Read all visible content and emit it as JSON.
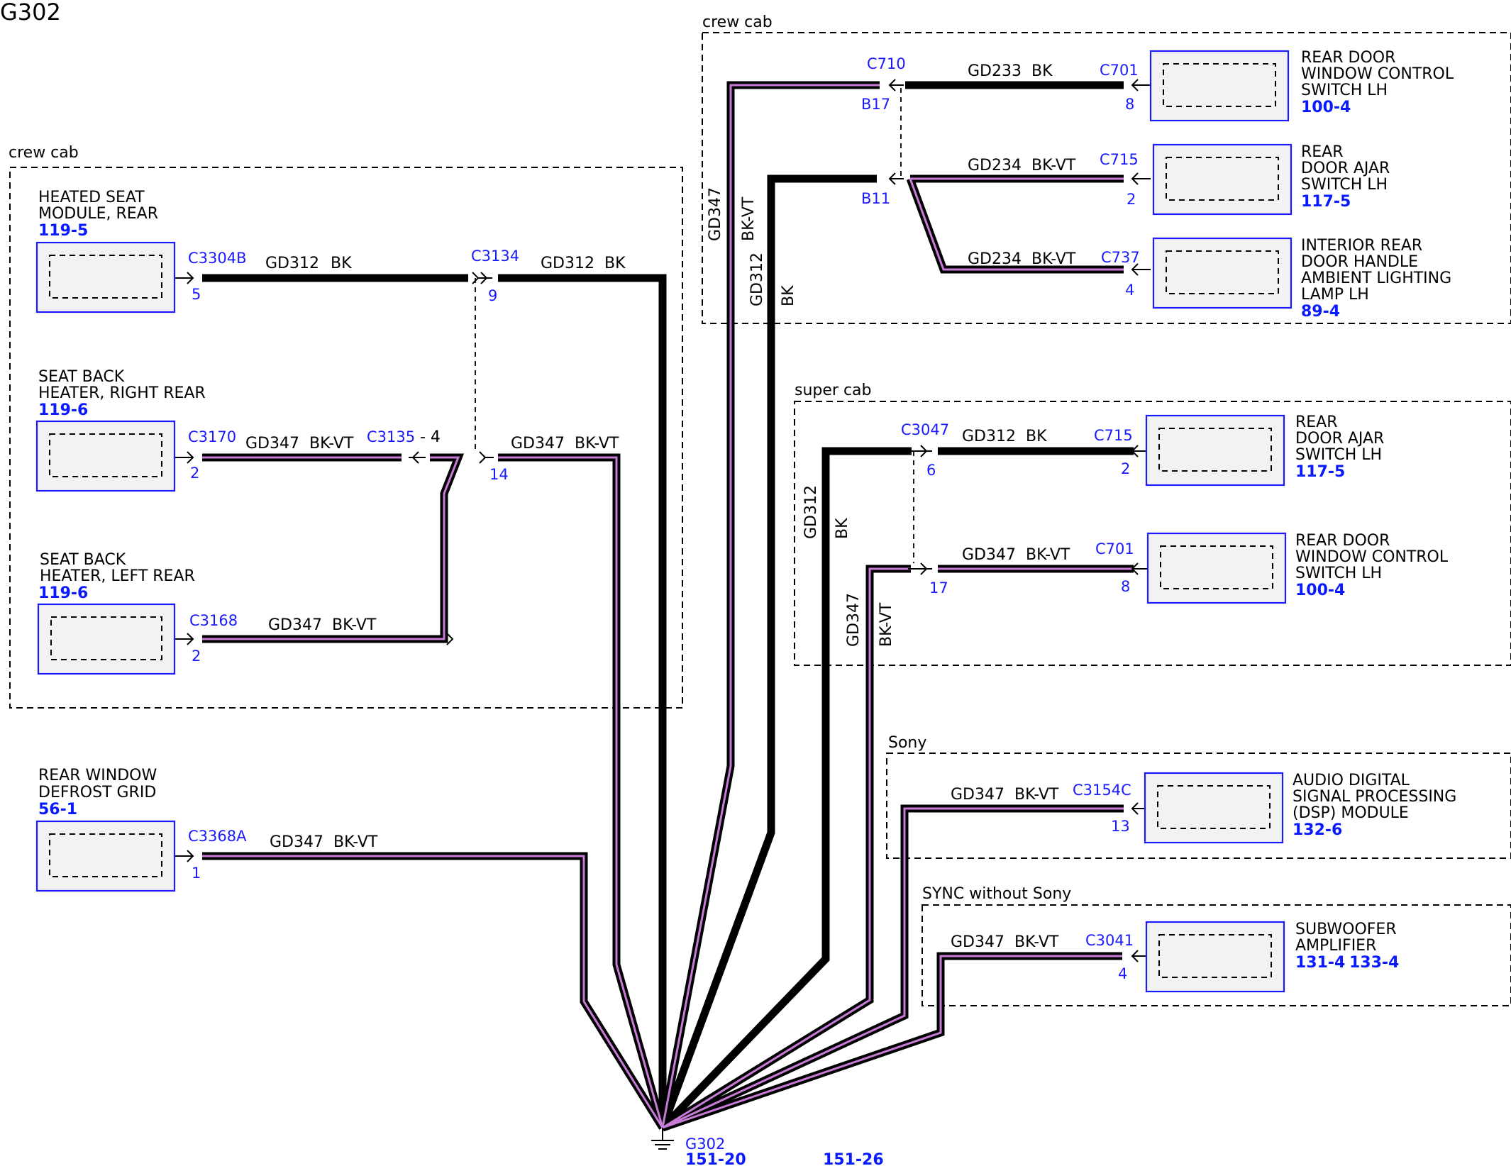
{
  "title": "G302",
  "regions": {
    "crew_cab_left": "crew cab",
    "crew_cab_top": "crew cab",
    "super_cab": "super cab",
    "sony": "Sony",
    "sync": "SYNC without Sony"
  },
  "components": {
    "heated_seat": {
      "line1": "HEATED SEAT",
      "line2": "MODULE, REAR",
      "ref": "119-5"
    },
    "seat_back_rr": {
      "line1": "SEAT BACK",
      "line2": "HEATER, RIGHT REAR",
      "ref": "119-6"
    },
    "seat_back_lr": {
      "line1": "SEAT BACK",
      "line2": "HEATER, LEFT REAR",
      "ref": "119-6"
    },
    "defrost": {
      "line1": "REAR WINDOW",
      "line2": "DEFROST GRID",
      "ref": "56-1"
    },
    "rdwcs_crew": {
      "line1": "REAR DOOR",
      "line2": "WINDOW CONTROL",
      "line3": "SWITCH LH",
      "ref": "100-4"
    },
    "rdas_crew": {
      "line1": "REAR",
      "line2": "DOOR AJAR",
      "line3": "SWITCH LH",
      "ref": "117-5"
    },
    "interior_lamp": {
      "line1": "INTERIOR REAR",
      "line2": "DOOR HANDLE",
      "line3": "AMBIENT LIGHTING",
      "line4": "LAMP LH",
      "ref": "89-4"
    },
    "rdas_super": {
      "line1": "REAR",
      "line2": "DOOR AJAR",
      "line3": "SWITCH LH",
      "ref": "117-5"
    },
    "rdwcs_super": {
      "line1": "REAR DOOR",
      "line2": "WINDOW CONTROL",
      "line3": "SWITCH LH",
      "ref": "100-4"
    },
    "dsp": {
      "line1": "AUDIO DIGITAL",
      "line2": "SIGNAL PROCESSING",
      "line3": "(DSP) MODULE",
      "ref": "132-6"
    },
    "subwoofer": {
      "line1": "SUBWOOFER",
      "line2": "AMPLIFIER",
      "ref1": "131-4",
      "ref2": "133-4"
    }
  },
  "connectors": {
    "c3304b": "C3304B",
    "c3134": "C3134",
    "c3170": "C3170",
    "c3135": "C3135",
    "c3135_pin": "- 4",
    "c3168": "C3168",
    "c3368a": "C3368A",
    "c710": "C710",
    "c701_crew": "C701",
    "c715_crew": "C715",
    "c737": "C737",
    "c3047": "C3047",
    "c715_super": "C715",
    "c701_super": "C701",
    "c3154c": "C3154C",
    "c3041": "C3041"
  },
  "pins": {
    "p5": "5",
    "p9": "9",
    "p2a": "2",
    "p14": "14",
    "p2b": "2",
    "p1": "1",
    "b17": "B17",
    "p8a": "8",
    "b11": "B11",
    "p2c": "2",
    "p4a": "4",
    "p6": "6",
    "p2d": "2",
    "p17": "17",
    "p8b": "8",
    "p13": "13",
    "p4b": "4"
  },
  "wires": {
    "gd312": "GD312",
    "gd347": "GD347",
    "gd233": "GD233",
    "gd234": "GD234",
    "bk": "BK",
    "bkvt": "BK-VT"
  },
  "ground": {
    "name": "G302",
    "ref1": "151-20",
    "ref2": "151-26"
  },
  "colors": {
    "component_border": "#1a1aff",
    "label_blue": "#1a1aff",
    "wire_black": "#000000",
    "wire_violet": "#c77ad6",
    "component_fill": "#f2f2f2"
  }
}
